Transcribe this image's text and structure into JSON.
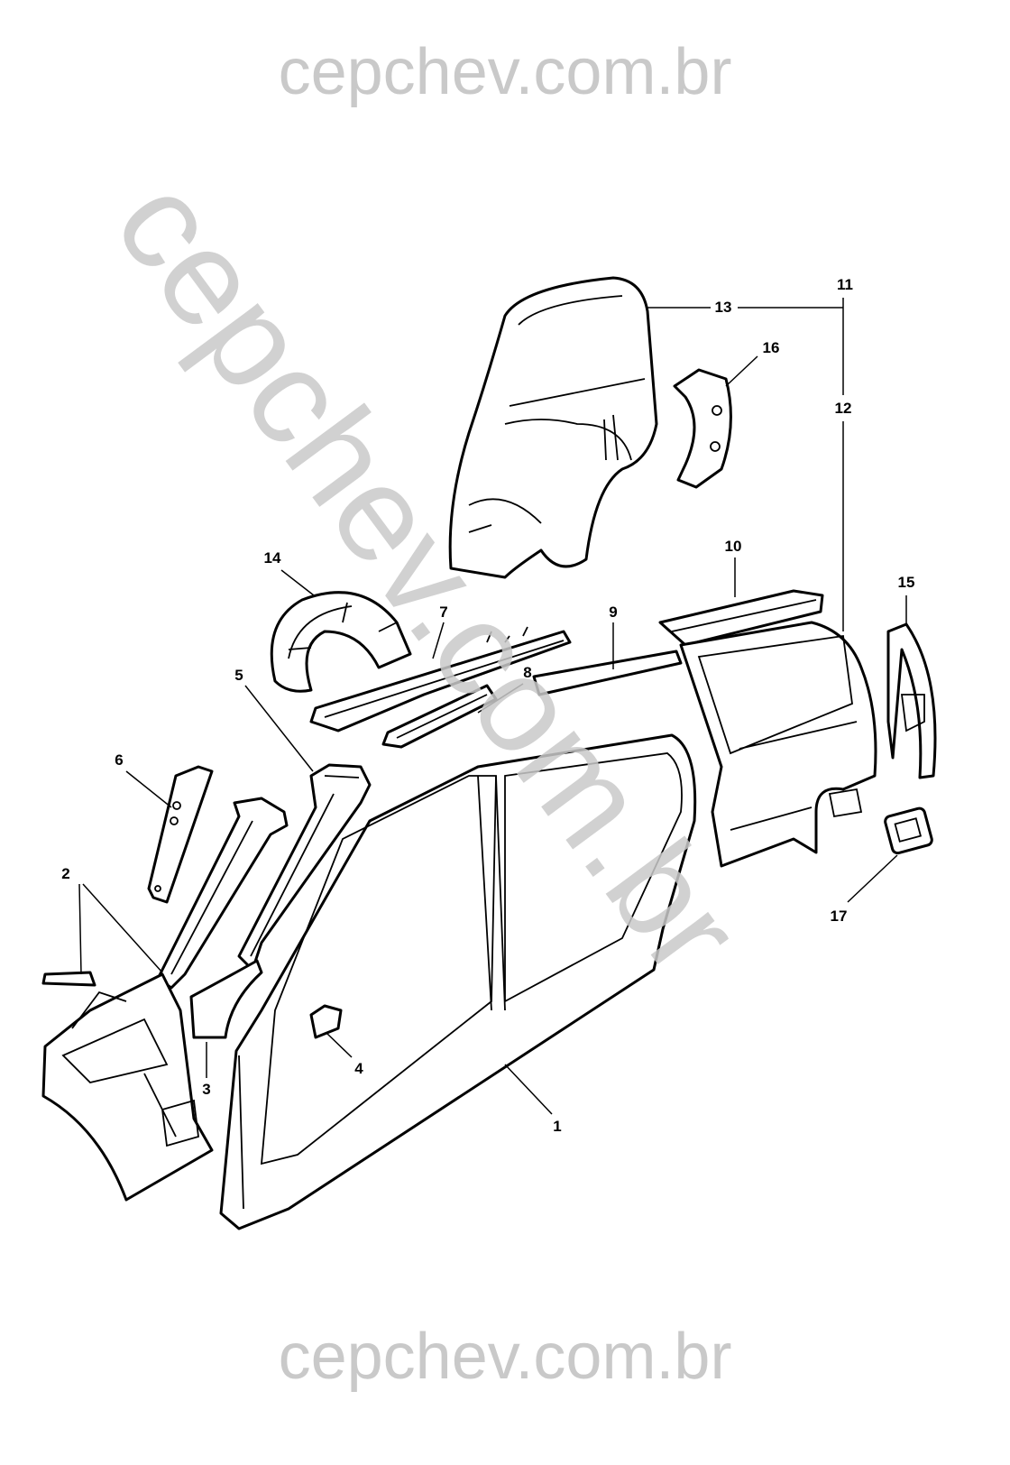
{
  "watermark": {
    "top": "cepchev.com.br",
    "diagonal": "cepchev.com.br",
    "bottom": "cepchev.com.br",
    "color": "#c9c9c9"
  },
  "callouts": {
    "c1": "1",
    "c2": "2",
    "c3": "3",
    "c4": "4",
    "c5": "5",
    "c6": "6",
    "c7": "7",
    "c8": "8",
    "c9": "9",
    "c10": "10",
    "c11": "11",
    "c12": "12",
    "c13": "13",
    "c14": "14",
    "c15": "15",
    "c16": "16",
    "c17": "17"
  }
}
